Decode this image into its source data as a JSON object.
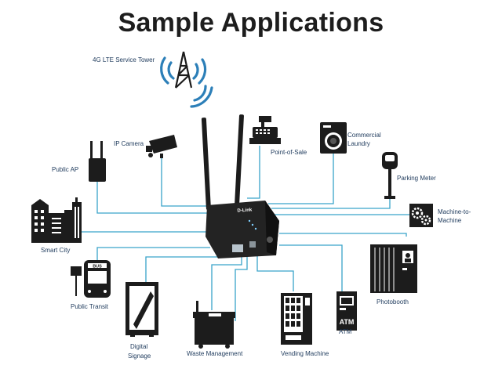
{
  "title": "Sample Applications",
  "colors": {
    "line": "#39a3c9",
    "icon": "#1c1c1c",
    "label": "#1e3a5c",
    "tower_wave": "#2c7fb8"
  },
  "router": {
    "brand": "D-Link"
  },
  "labels": {
    "tower": "4G LTE Service Tower",
    "ip_camera": "IP Camera",
    "point_of_sale": "Point-of-Sale",
    "commercial_laundry_1": "Commercial",
    "commercial_laundry_2": "Laundry",
    "public_ap": "Public AP",
    "parking_meter": "Parking Meter",
    "m2m_1": "Machine-to-",
    "m2m_2": "Machine",
    "smart_city": "Smart City",
    "photobooth": "Photobooth",
    "public_transit": "Public Transit",
    "digital_signage_1": "Digital",
    "digital_signage_2": "Signage",
    "waste_management": "Waste Management",
    "vending_machine": "Vending Machine",
    "atm": "ATM",
    "atm_sign": "ATM",
    "bus_sign": "BUS"
  }
}
